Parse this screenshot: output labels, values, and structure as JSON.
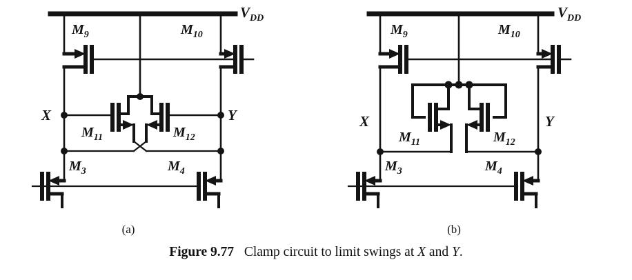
{
  "figure": {
    "number_label": "Figure 9.77",
    "caption_parts": {
      "before_x": "Clamp circuit to limit swings at ",
      "var_x": "X",
      "between": " and ",
      "var_y": "Y",
      "after": "."
    },
    "caption_full": "Figure 9.77   Clamp circuit to limit swings at X and Y."
  },
  "panels": [
    {
      "id": "a",
      "label": "(a)",
      "supply_rail_label": "V",
      "supply_rail_sub": "DD",
      "node_labels": {
        "left": "X",
        "right": "Y"
      },
      "devices": [
        {
          "name": "M",
          "sub": "9",
          "type": "pmos",
          "role": "left-load"
        },
        {
          "name": "M",
          "sub": "10",
          "type": "pmos",
          "role": "right-load"
        },
        {
          "name": "M",
          "sub": "11",
          "type": "nmos",
          "role": "cross-coupled-left"
        },
        {
          "name": "M",
          "sub": "12",
          "type": "nmos",
          "role": "cross-coupled-right"
        },
        {
          "name": "M",
          "sub": "3",
          "type": "pmos",
          "role": "left-tail"
        },
        {
          "name": "M",
          "sub": "4",
          "type": "pmos",
          "role": "right-tail"
        }
      ],
      "topology_note": "M11 and M12 are cross-coupled: drains cross over below the devices"
    },
    {
      "id": "b",
      "label": "(b)",
      "supply_rail_label": "V",
      "supply_rail_sub": "DD",
      "node_labels": {
        "left": "X",
        "right": "Y"
      },
      "devices": [
        {
          "name": "M",
          "sub": "9",
          "type": "pmos",
          "role": "left-load"
        },
        {
          "name": "M",
          "sub": "10",
          "type": "pmos",
          "role": "right-load"
        },
        {
          "name": "M",
          "sub": "11",
          "type": "nmos",
          "role": "diode-connected-left"
        },
        {
          "name": "M",
          "sub": "12",
          "type": "nmos",
          "role": "diode-connected-right"
        },
        {
          "name": "M",
          "sub": "3",
          "type": "pmos",
          "role": "left-tail"
        },
        {
          "name": "M",
          "sub": "4",
          "type": "pmos",
          "role": "right-tail"
        }
      ],
      "topology_note": "M11 and M12 are diode-connected to a common node tied to the M9/M10 gate rail"
    }
  ],
  "style": {
    "ink_color": "#141414",
    "wire_color": "#141414",
    "background": "#ffffff"
  }
}
